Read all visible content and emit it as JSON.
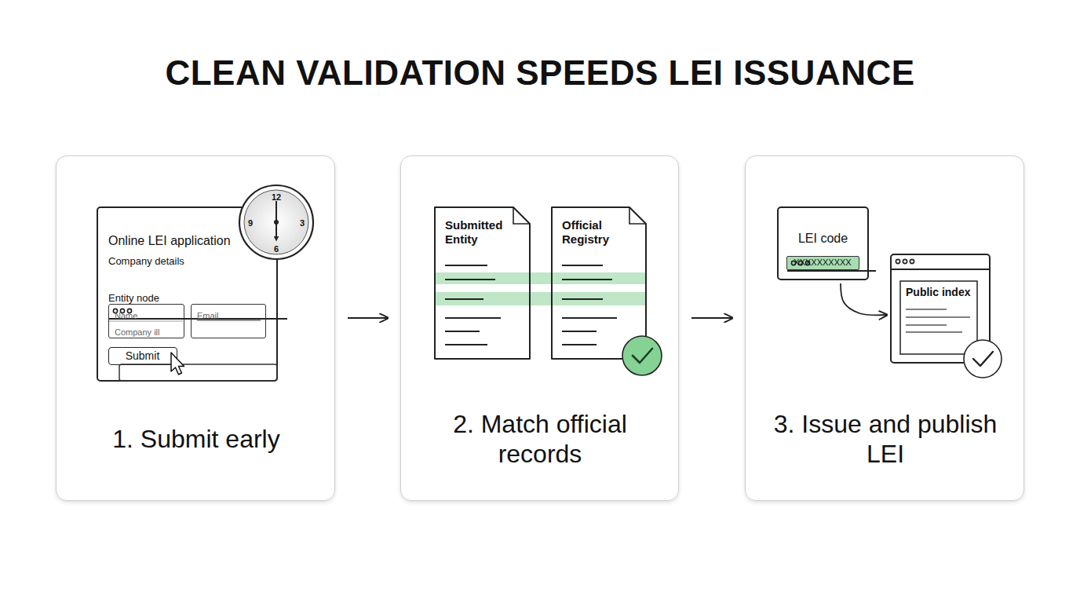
{
  "diagram": {
    "title": "CLEAN VALIDATION SPEEDS LEI ISSUANCE",
    "nodes": [
      {
        "text": [
          "1. Submit early"
        ]
      },
      {
        "text": [
          "Online LEI application",
          "Company details",
          "Entity node"
        ],
        "in": 0
      },
      {
        "text": [
          "Name",
          "Company ill"
        ],
        "in": 1
      },
      {
        "text": [
          "Email"
        ],
        "in": 1
      },
      {
        "text": [
          "Submit"
        ],
        "in": 1
      },
      {
        "text": [
          "2. Match official records"
        ]
      },
      {
        "text": [
          "Submitted Entity"
        ],
        "in": 5
      },
      {
        "text": [
          "Official Registry"
        ],
        "in": 5
      },
      {
        "text": [
          "3. Issue and publish LEI"
        ]
      },
      {
        "text": [
          "LEI code"
        ],
        "in": 8
      },
      {
        "text": [
          "XXXXXXXXXX"
        ],
        "in": 9
      },
      {
        "text": [
          "Public index"
        ],
        "in": 8
      }
    ],
    "edges": [
      {
        "from": 0,
        "to": 5,
        "arrow": "to"
      },
      {
        "from": 5,
        "to": 8,
        "arrow": "to"
      },
      {
        "from": 9,
        "to": 11,
        "arrow": "to"
      }
    ],
    "labels": [
      "12",
      "3",
      "6",
      "9"
    ]
  }
}
